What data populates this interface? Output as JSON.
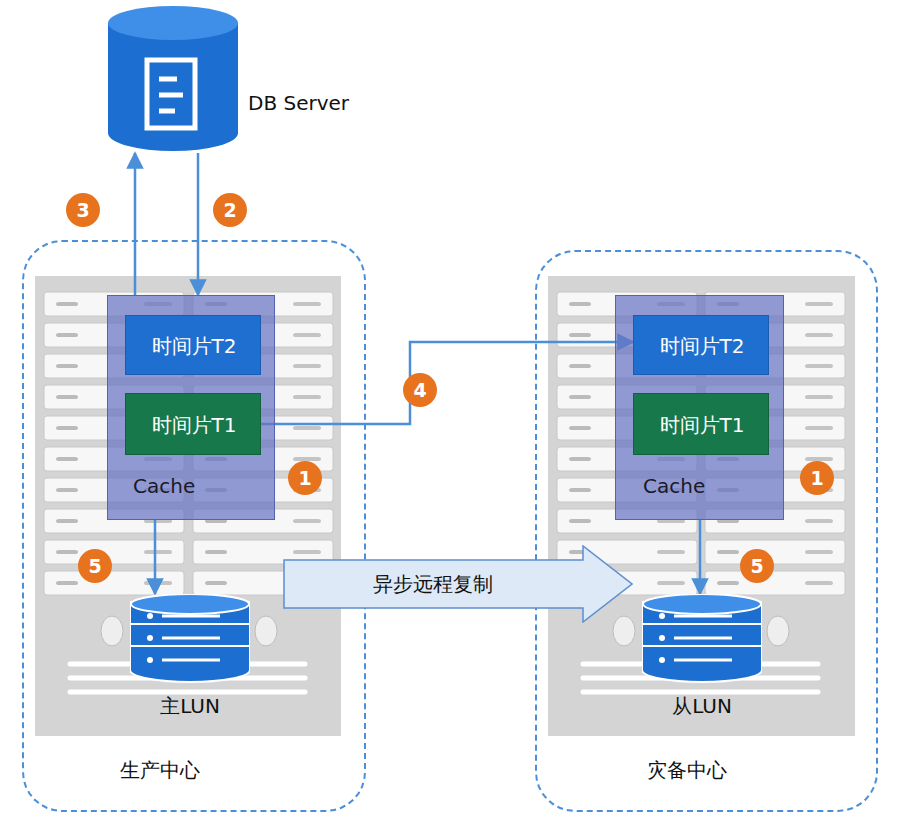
{
  "diagram": {
    "nodes": [
      {
        "text": [
          "DB Server"
        ]
      },
      {
        "text": [
          "生产中心"
        ]
      },
      {
        "text": [
          "Cache"
        ],
        "in": 1
      },
      {
        "text": [
          "时间片T2"
        ],
        "in": 2
      },
      {
        "text": [
          "时间片T1"
        ],
        "in": 2
      },
      {
        "text": [
          "主LUN"
        ],
        "in": 1
      },
      {
        "text": [
          "灾备中心"
        ]
      },
      {
        "text": [
          "Cache"
        ],
        "in": 6
      },
      {
        "text": [
          "时间片T2"
        ],
        "in": 7
      },
      {
        "text": [
          "时间片T1"
        ],
        "in": 7
      },
      {
        "text": [
          "从LUN"
        ],
        "in": 6
      },
      {
        "text": [
          "异步远程复制"
        ]
      }
    ],
    "edges": [
      {
        "from": 0,
        "to": 2,
        "arrow": "to"
      },
      {
        "from": 2,
        "to": 0,
        "arrow": "to"
      },
      {
        "from": 4,
        "to": 8,
        "arrow": "to"
      },
      {
        "from": 2,
        "to": 5,
        "arrow": "to"
      },
      {
        "from": 7,
        "to": 10,
        "arrow": "to"
      }
    ],
    "labels": [
      "3",
      "2",
      "4",
      "1",
      "1",
      "5",
      "5"
    ]
  }
}
